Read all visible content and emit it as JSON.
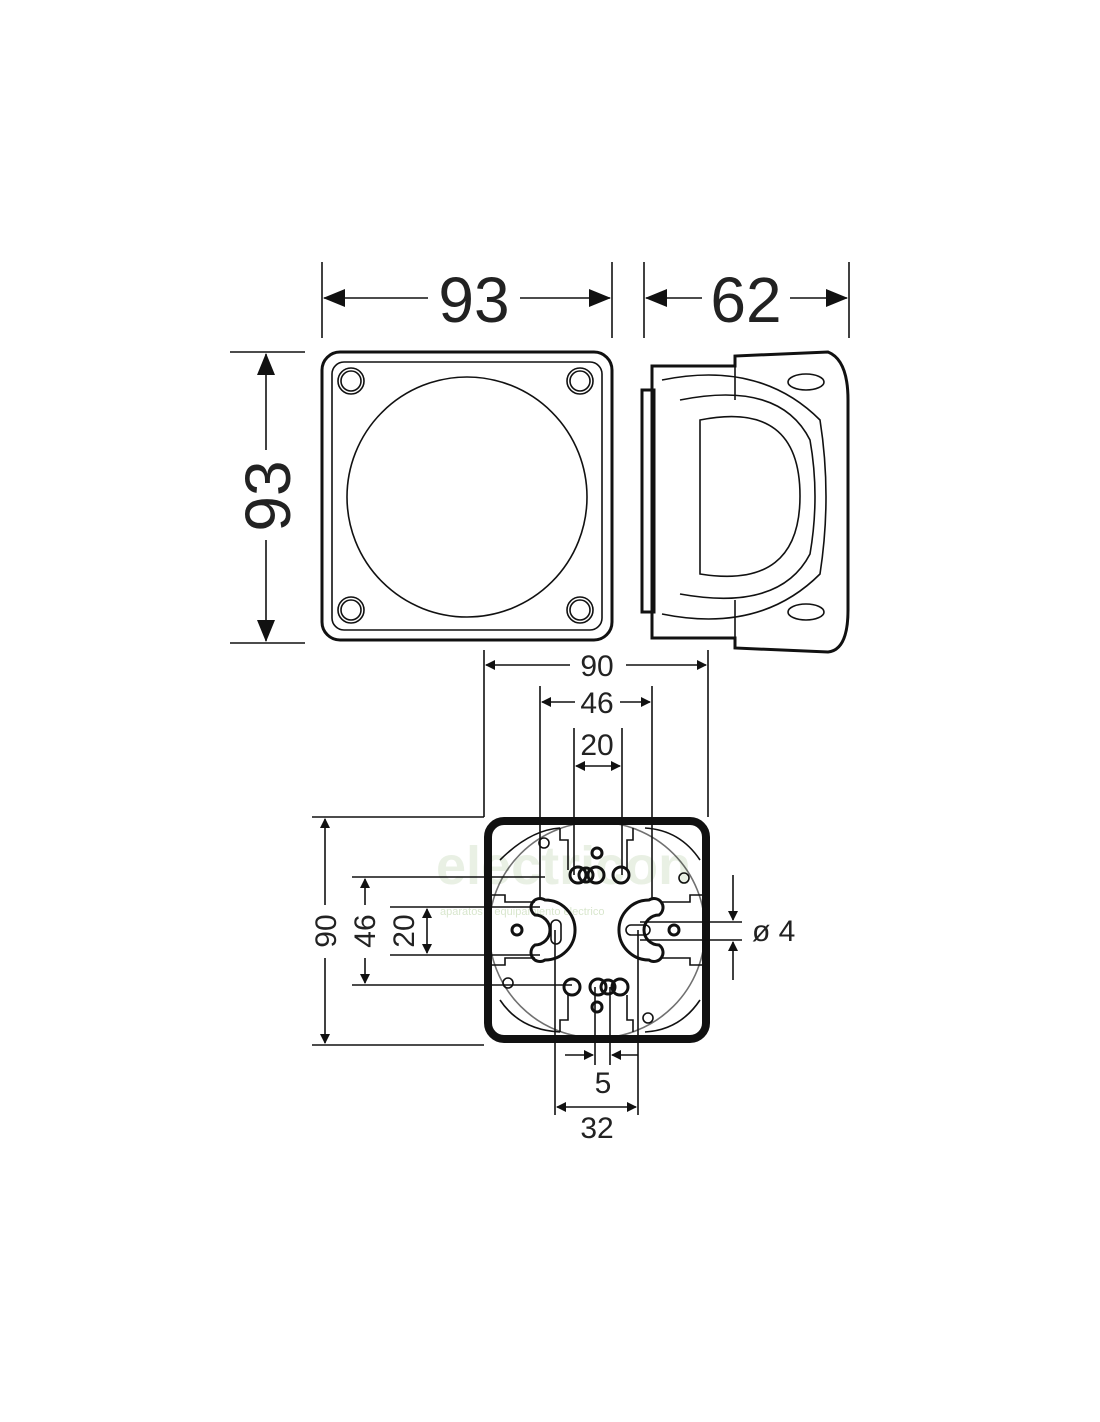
{
  "drawing": {
    "top_view": {
      "width_label": "93",
      "height_label": "93"
    },
    "side_view": {
      "depth_label": "62"
    },
    "bottom_view": {
      "outer_width_label": "90",
      "hole_spacing_h_label": "46",
      "slot_spacing_h_label": "20",
      "outer_height_label": "90",
      "hole_spacing_v_label": "46",
      "slot_spacing_v_label": "20",
      "slot_width_label": "5",
      "slot_offset_label": "32",
      "hole_diameter_label": "ø 4"
    }
  },
  "watermark": {
    "brand": "electricon",
    "tagline": "aparatos y equipamiento electrico"
  }
}
